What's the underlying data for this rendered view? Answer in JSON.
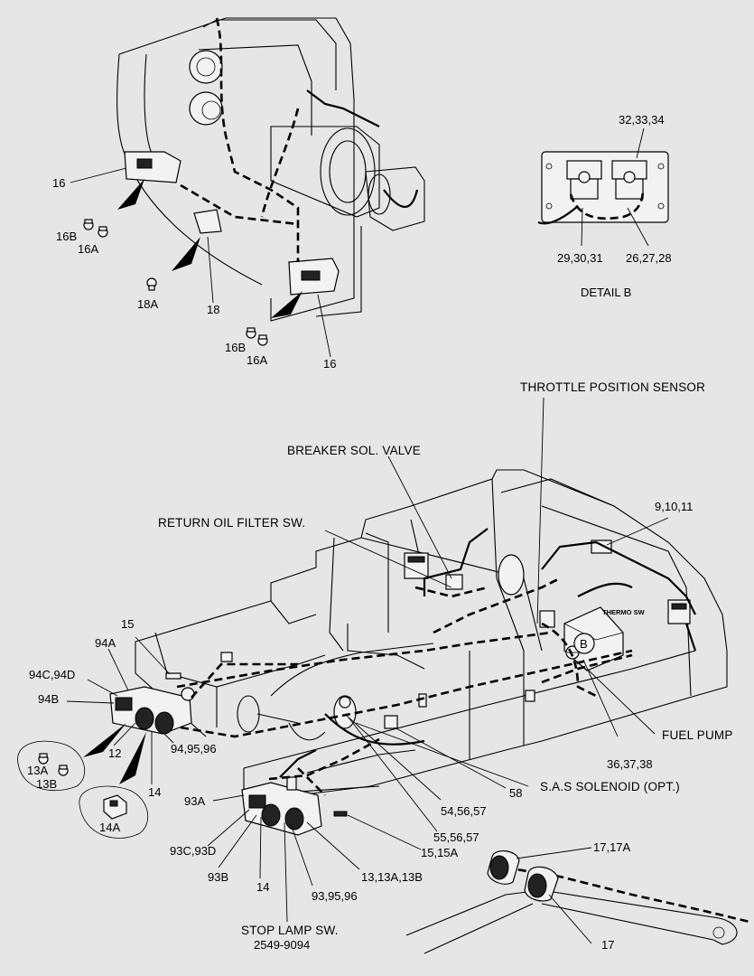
{
  "labels": {
    "top": {
      "l16_upper": "16",
      "l16b_upper": "16B",
      "l16a_upper": "16A",
      "l18a": "18A",
      "l18": "18",
      "l16b_lower": "16B",
      "l16a_lower": "16A",
      "l16_lower": "16"
    },
    "detail_b": {
      "l32_33_34": "32,33,34",
      "l29_30_31": "29,30,31",
      "l26_27_28": "26,27,28",
      "title": "DETAIL  B"
    },
    "main": {
      "throttle_position_sensor": "THROTTLE POSITION SENSOR",
      "breaker_sol_valve": "BREAKER SOL. VALVE",
      "l9_10_11": "9,10,11",
      "return_oil_filter_sw": "RETURN OIL FILTER SW.",
      "l15": "15",
      "l94a": "94A",
      "l94c_94d": "94C,94D",
      "l94b": "94B",
      "thermo_sw": "THERMO SW",
      "circle_b": "B",
      "fuel_pump": "FUEL PUMP",
      "l36_37_38": "36,37,38",
      "l12": "12",
      "l14_upper": "14",
      "l94_95_96": "94,95,96",
      "l13a": "13A",
      "l13b": "13B",
      "l14a": "14A",
      "sas_solenoid": "S.A.S SOLENOID (OPT.)",
      "l58": "58",
      "l93a": "93A",
      "l54_56_57": "54,56,57",
      "l55_56_57": "55,56,57",
      "l15_15a": "15,15A",
      "l93c_93d": "93C,93D",
      "l93b": "93B",
      "l14_lower": "14",
      "l93_95_96": "93,95,96",
      "l13_13a_13b": "13,13A,13B",
      "l17_17a": "17,17A",
      "l17": "17",
      "stop_lamp_sw": "STOP LAMP SW.",
      "stop_lamp_part_no": "2549-9094"
    }
  }
}
